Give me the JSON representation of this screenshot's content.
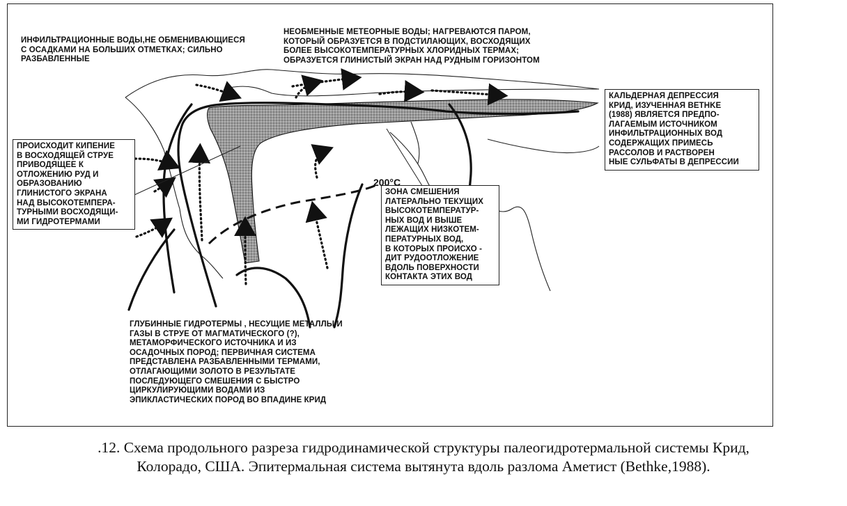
{
  "labels": {
    "infiltration": "ИНФИЛЬТРАЦИОННЫЕ ВОДЫ,НЕ ОБМЕНИВАЮЩИЕСЯ\nС ОСАДКАМИ НА БОЛЬШИХ ОТМЕТКАХ; СИЛЬНО\nРАЗБАВЛЕННЫЕ",
    "meteoric": "НЕОБМЕННЫЕ МЕТЕОРНЫЕ ВОДЫ; НАГРЕВАЮТСЯ ПАРОМ,\nКОТОРЫЙ ОБРАЗУЕТСЯ В ПОДСТИЛАЮЩИХ, ВОСХОДЯЩИХ\nБОЛЕЕ ВЫСОКОТЕМПЕРАТУРНЫХ ХЛОРИДНЫХ ТЕРМАХ;\nОБРАЗУЕТСЯ ГЛИНИСТЫЙ ЭКРАН НАД РУДНЫМ ГОРИЗОНТОМ",
    "caldera": "КАЛЬДЕРНАЯ ДЕПРЕССИЯ\nКРИД, ИЗУЧЕННАЯ Bethke\n(1988) ЯВЛЯЕТСЯ ПРЕДПО-\nЛАГАЕМЫМ ИСТОЧНИКОМ\nИНФИЛЬТРАЦИОННЫХ ВОД\nСОДЕРЖАЩИХ ПРИМЕСЬ\nРАССОЛОВ И РАСТВОРЕН\nНЫЕ СУЛЬФАТЫ В ДЕПРЕССИИ",
    "boiling": "ПРОИСХОДИТ КИПЕНИЕ\nВ ВОСХОДЯЩЕЙ СТРУЕ\nПРИВОДЯЩЕЕ К\nОТЛОЖЕНИЮ РУД И\nОБРАЗОВАНИЮ\nГЛИНИСТОГО ЭКРАНА\nНАД ВЫСОКОТЕМПЕРА-\nТУРНЫМИ ВОСХОДЯЩИ-\nМИ ГИДРОТЕРМАМИ",
    "mixing": "ЗОНА СМЕШЕНИЯ\nЛАТЕРАЛЬНО ТЕКУЩИХ\nВЫСОКОТЕМПЕРАТУР-\nНЫХ ВОД И ВЫШЕ\nЛЕЖАЩИХ НИЗКОТЕМ-\nПЕРАТУРНЫХ ВОД,\nВ КОТОРЫХ ПРОИСХО -\nДИТ РУДООТЛОЖЕНИЕ\nВДОЛЬ ПОВЕРХНОСТИ\nКОНТАКТА ЭТИХ ВОД",
    "deep": "ГЛУБИННЫЕ ГИДРОТЕРМЫ , НЕСУЩИЕ МЕТАЛЛЫ И\nГАЗЫ В СТРУЕ  ОТ МАГМАТИЧЕСКОГО (?),\nМЕТАМОРФИЧЕСКОГО ИСТОЧНИКА И ИЗ\nОСАДОЧНЫХ ПОРОД; ПЕРВИЧНАЯ СИСТЕМА\nПРЕДСТАВЛЕНА РАЗБАВЛЕННЫМИ ТЕРМАМИ,\nОТЛАГАЮЩИМИ ЗОЛОТО В РЕЗУЛЬТАТЕ\nПОСЛЕДУЮЩЕГО СМЕШЕНИЯ С БЫСТРО\nЦИРКУЛИРУЮЩИМИ ВОДАМИ ИЗ\nЭПИКЛАСТИЧЕСКИХ ПОРОД ВО ВПАДИНЕ КРИД",
    "temperature": "200°C"
  },
  "caption": ".12. Схема продольного разреза гидродинамической структуры палеогидротермальной системы Крид,\nКолорадо, США. Эпитермальная система вытянута вдоль разлома Аметист (Bethke,1988).",
  "colors": {
    "ink": "#111111",
    "shade": "#8a8a8a",
    "background": "#ffffff"
  }
}
